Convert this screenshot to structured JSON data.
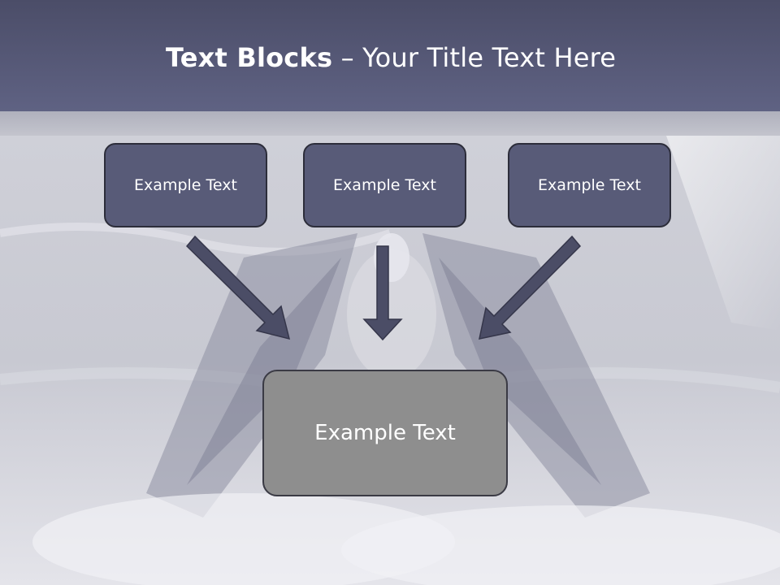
{
  "slide": {
    "title_bold": "Text Blocks",
    "title_rest": " – Your Title Text Here"
  },
  "top_boxes": [
    {
      "text": "Example Text"
    },
    {
      "text": "Example Text"
    },
    {
      "text": "Example Text"
    }
  ],
  "center_box": {
    "text": "Example Text"
  },
  "colors": {
    "header": "#595b7a",
    "box_fill": "#585b78",
    "center_fill": "#8e8e8e",
    "arrow": "#4b4d66"
  }
}
